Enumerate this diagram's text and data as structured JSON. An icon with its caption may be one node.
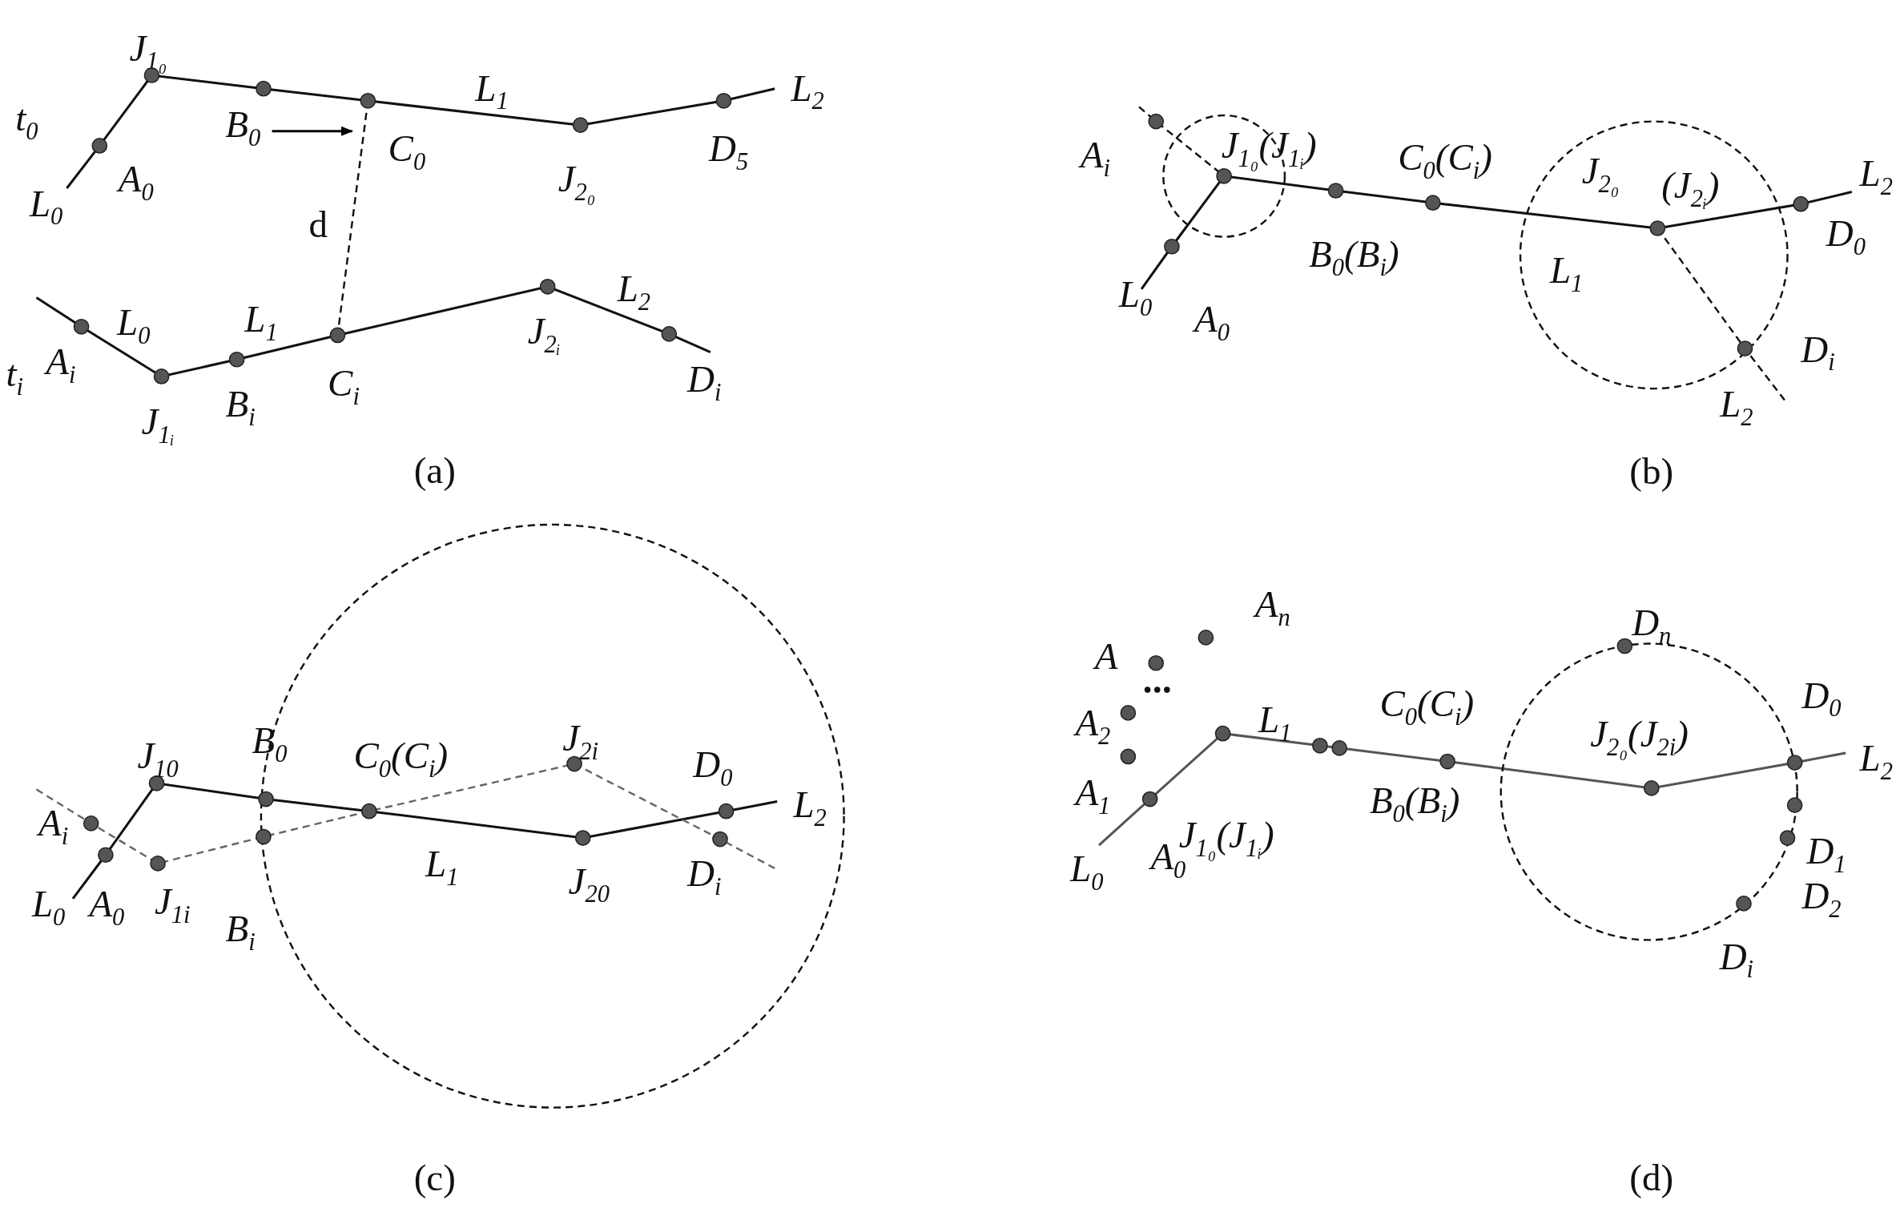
{
  "diagram": {
    "labels": [
      "t$_{0}$",
      "J$_{1₀}$",
      "B$_{0}$",
      "C$_{0}$",
      "L$_{1}$",
      "J$_{2₀}$",
      "D$_{5}$",
      "L$_{2}$",
      "L$_{0}$",
      "A$_{0}$",
      "d",
      "t$_{i}$",
      "A$_{i}$",
      "L$_{0}$",
      "L$_{1}$",
      "J$_{2ᵢ}$",
      "L$_{2}$",
      "J$_{1ᵢ}$",
      "B$_{i}$",
      "C$_{i}$",
      "D$_{i}$",
      "(a)",
      "A$_{i}$",
      "J$_{1₀}$(J$_{1ᵢ}$)",
      "C$_{0}$(C$_{i}$)",
      "J$_{2₀}$",
      "(J$_{2ᵢ}$)",
      "L$_{2}$",
      "D$_{0}$",
      "B$_{0}$(B$_{i}$)",
      "L$_{1}$",
      "L$_{0}$",
      "A$_{0}$",
      "D$_{i}$",
      "L$_{2}$",
      "(b)",
      "A$_{i}$",
      "J$_{10}$",
      "B$_{0}$",
      "C$_{0}$(C$_{i}$)",
      "J$_{2i}$",
      "D$_{0}$",
      "L$_{2}$",
      "L$_{0}$",
      "A$_{0}$",
      "J$_{1i}$",
      "B$_{i}$",
      "L$_{1}$",
      "J$_{20}$",
      "D$_{i}$",
      "(c)",
      "A$_{n}$",
      "A",
      "A$_{2}$",
      "A$_{1}$",
      "L$_{1}$",
      "C$_{0}$(C$_{i}$)",
      "D$_{n}$",
      "J$_{2₀}$(J$_{2i}$)",
      "D$_{0}$",
      "L$_{2}$",
      "J$_{1₀}$(J$_{1ᵢ}$)",
      "B$_{0}$(B$_{i}$)",
      "L$_{0}$",
      "A$_{0}$",
      "D$_{1}$",
      "D$_{2}$",
      "D$_{i}$",
      "(d)"
    ]
  }
}
